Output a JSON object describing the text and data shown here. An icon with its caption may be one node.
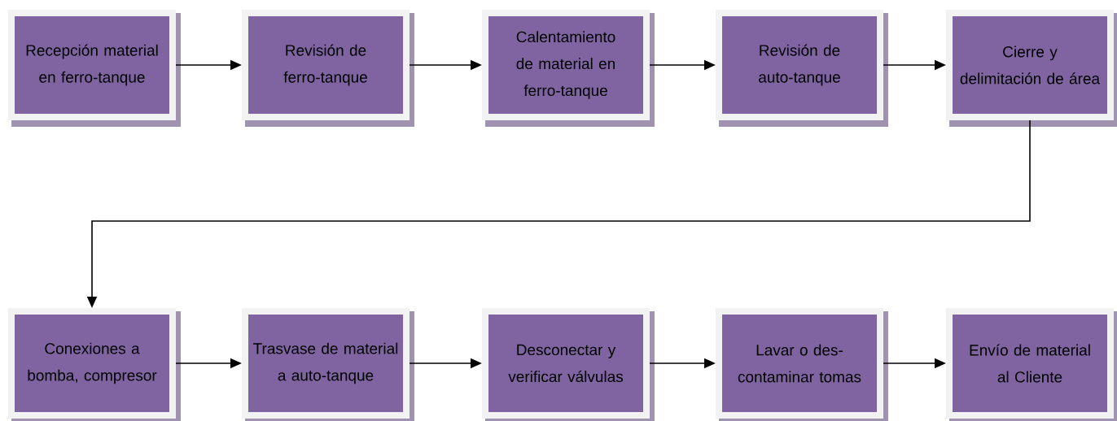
{
  "diagram": {
    "nodes": [
      {
        "text": [
          "Recepción material en ferro-tanque"
        ]
      },
      {
        "text": [
          "Revisión de ferro-tanque"
        ]
      },
      {
        "text": [
          "Calentamiento de material en ferro-tanque"
        ]
      },
      {
        "text": [
          "Revisión de auto-tanque"
        ]
      },
      {
        "text": [
          "Cierre y delimitación de área"
        ]
      },
      {
        "text": [
          "Conexiones a bomba, compresor"
        ]
      },
      {
        "text": [
          "Trasvase de material a auto-tanque"
        ]
      },
      {
        "text": [
          "Desconectar y verificar válvulas"
        ]
      },
      {
        "text": [
          "Lavar o des-contaminar tomas"
        ]
      },
      {
        "text": [
          "Envío de material al Cliente"
        ]
      }
    ],
    "edges": [
      {
        "from": 0,
        "to": 1,
        "arrow": "to"
      },
      {
        "from": 1,
        "to": 2,
        "arrow": "to"
      },
      {
        "from": 2,
        "to": 3,
        "arrow": "to"
      },
      {
        "from": 3,
        "to": 4,
        "arrow": "to"
      },
      {
        "from": 4,
        "to": 5,
        "arrow": "to"
      },
      {
        "from": 5,
        "to": 6,
        "arrow": "to"
      },
      {
        "from": 6,
        "to": 7,
        "arrow": "to"
      },
      {
        "from": 7,
        "to": 8,
        "arrow": "to"
      },
      {
        "from": 8,
        "to": 9,
        "arrow": "to"
      }
    ]
  }
}
